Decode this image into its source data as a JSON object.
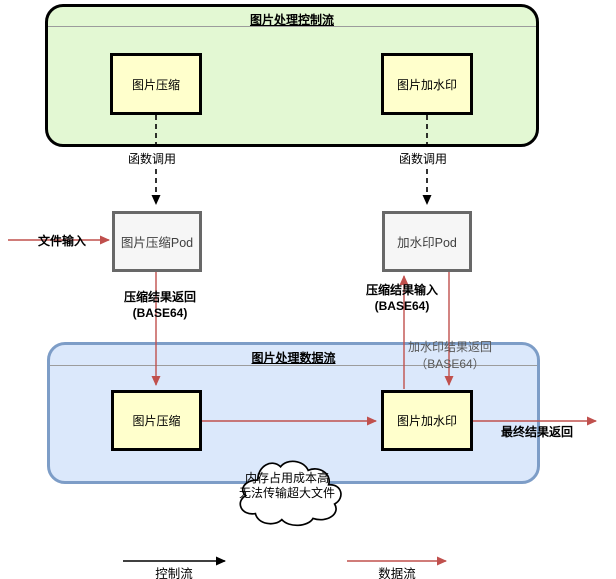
{
  "colors": {
    "control_container_fill": "#E3F8D3",
    "control_container_border": "#000000",
    "data_container_fill": "#DBE8FB",
    "data_container_border": "#7D9DC7",
    "task_box_fill": "#FFFFCC",
    "task_box_border": "#000000",
    "pod_fill": "#F6F6F6",
    "pod_border": "#686868",
    "control_flow_color": "#000000",
    "data_flow_color": "#C0504D",
    "muted_label_color": "#595959"
  },
  "control_container": {
    "title": "图片处理控制流",
    "boxes": [
      {
        "label": "图片压缩"
      },
      {
        "label": "图片加水印"
      }
    ]
  },
  "pods": [
    {
      "label": "图片压缩Pod"
    },
    {
      "label": "加水印Pod"
    }
  ],
  "data_container": {
    "title": "图片处理数据流",
    "boxes": [
      {
        "label": "图片压缩"
      },
      {
        "label": "图片加水印"
      }
    ]
  },
  "edges": {
    "func_call_left": "函数调用",
    "func_call_right": "函数调用",
    "file_input": "文件输入",
    "compress_return_l1": "压缩结果返回",
    "compress_return_l2": "(BASE64)",
    "compress_input_l1": "压缩结果输入",
    "compress_input_l2": "(BASE64)",
    "watermark_return_l1": "加水印结果返回",
    "watermark_return_l2": "（BASE64）",
    "final_return": "最终结果返回"
  },
  "cloud": {
    "line1": "内存占用成本高",
    "line2": "无法传输超大文件"
  },
  "legend": {
    "control": "控制流",
    "data": "数据流"
  }
}
